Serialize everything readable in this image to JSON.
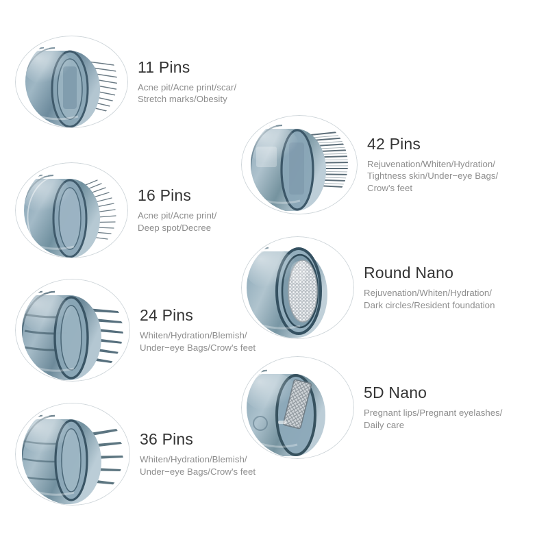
{
  "page": {
    "background_color": "#ffffff",
    "title_color": "#343434",
    "description_color": "#8d8d8d",
    "circle_outline_color": "#cfd6da",
    "cartridge_body_color": "#8fa9b8",
    "cartridge_dark_color": "#3f5a6b",
    "needle_color": "#6b7b85"
  },
  "products": [
    {
      "id": "11-pins",
      "title": "11 Pins",
      "description": "Acne pit/Acne print/scar/\nStretch marks/Obesity",
      "image_name": "cartridge-11-pins-photo",
      "needle_count": 11,
      "needle_style": "fine"
    },
    {
      "id": "16-pins",
      "title": "16 Pins",
      "description": "Acne pit/Acne print/\nDeep spot/Decree",
      "image_name": "cartridge-16-pins-photo",
      "needle_count": 16,
      "needle_style": "fine"
    },
    {
      "id": "24-pins",
      "title": "24 Pins",
      "description": "Whiten/Hydration/Blemish/\nUnder−eye Bags/Crow's feet",
      "image_name": "cartridge-24-pins-photo",
      "needle_count": 8,
      "needle_style": "thick"
    },
    {
      "id": "36-pins",
      "title": "36 Pins",
      "description": "Whiten/Hydration/Blemish/\nUnder−eye Bags/Crow's feet",
      "image_name": "cartridge-36-pins-photo",
      "needle_count": 7,
      "needle_style": "thick"
    },
    {
      "id": "42-pins",
      "title": "42 Pins",
      "description": "Rejuvenation/Whiten/Hydration/\nTightness skin/Under−eye Bags/\nCrow's feet",
      "image_name": "cartridge-42-pins-photo",
      "needle_count": 14,
      "needle_style": "dense"
    },
    {
      "id": "round-nano",
      "title": "Round Nano",
      "description": "Rejuvenation/Whiten/Hydration/\nDark circles/Resident foundation",
      "image_name": "cartridge-round-nano-photo",
      "needle_count": 0,
      "needle_style": "round-microdot-disc"
    },
    {
      "id": "5d-nano",
      "title": "5D Nano",
      "description": "Pregnant lips/Pregnant eyelashes/\nDaily care",
      "image_name": "cartridge-5d-nano-photo",
      "needle_count": 0,
      "needle_style": "rectangular-crosshatch-patch"
    }
  ]
}
